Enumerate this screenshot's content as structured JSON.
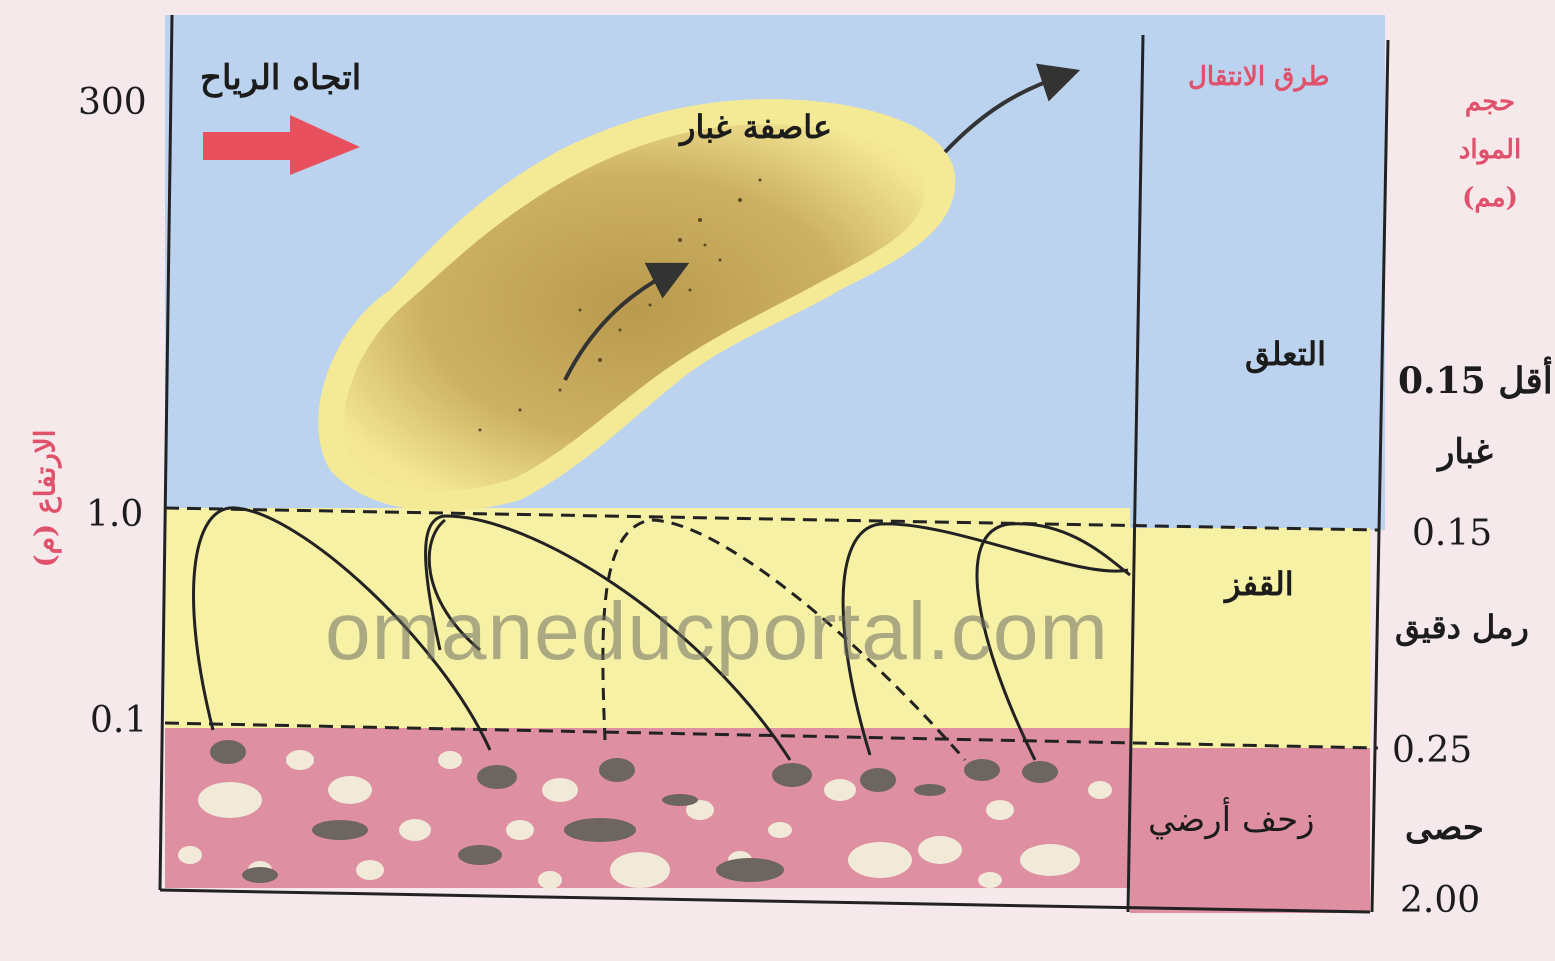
{
  "wind": {
    "label": "اتجاه الرياح"
  },
  "cloud": {
    "label": "عاصفة غبار"
  },
  "axis": {
    "title": "الارتفاع (م)",
    "ticks": [
      "300",
      "1.0",
      "0.1"
    ]
  },
  "columns": {
    "transport_header": "طرق الانتقال",
    "size_header": "حجم المواد (مم)"
  },
  "transport": {
    "suspension": "التعلق",
    "saltation": "القفز",
    "creep": "زحف أرضي"
  },
  "sizes": {
    "less_than": "أقل 0.15",
    "dust": "غبار",
    "v_015": "0.15",
    "fine_sand": "رمل دقيق",
    "v_025": "0.25",
    "gravel": "حصى",
    "v_200": "2.00"
  },
  "watermark": "omaneducportal.com",
  "colors": {
    "sky": "#bcd3ef",
    "sand_layer": "#f7f1a6",
    "ground_layer": "#de8fa2",
    "wind_arrow": "#e8505e",
    "dust_cloud": "#c6a757"
  }
}
